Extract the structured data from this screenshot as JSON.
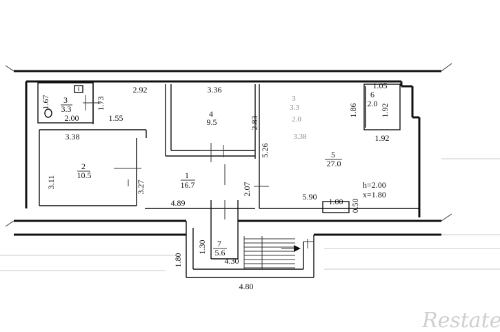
{
  "watermark": "Restate",
  "rooms": [
    {
      "num": "1",
      "area": "16.7"
    },
    {
      "num": "2",
      "area": "10.5"
    },
    {
      "num": "3",
      "area": "3.3"
    },
    {
      "num": "4",
      "area": "9.5"
    },
    {
      "num": "5",
      "area": "27.0"
    },
    {
      "num": "6",
      "area": "2.0"
    },
    {
      "num": "7",
      "area": "5.6"
    }
  ],
  "faint_room": {
    "num": "3",
    "area": "3.3",
    "dim": "3.38",
    "dim2": "2.0"
  },
  "dimensions": {
    "d167": "1.67",
    "d173": "1.73",
    "d292": "2.92",
    "d336": "3.36",
    "d105": "1.05",
    "d186": "1.86",
    "d192a": "1.92",
    "d192b": "1.92",
    "d155": "1.55",
    "d200": "2.00",
    "d338": "3.38",
    "d283": "2.83",
    "d526": "5.26",
    "d311": "3.11",
    "d327": "3.27",
    "d207": "2.07",
    "d489": "4.89",
    "d590": "5.90",
    "d100": "1.00",
    "d050": "0.50",
    "d130": "1.30",
    "d180": "1.80",
    "d430": "4.30",
    "d480": "4.80"
  },
  "notes": {
    "h": "h=2.00",
    "x": "x=1.80"
  }
}
